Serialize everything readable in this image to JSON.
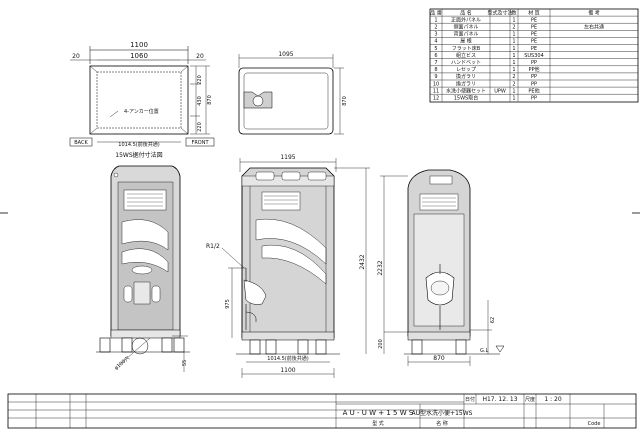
{
  "parts_table": {
    "headers": [
      "品 番",
      "品 名",
      "型式及寸法",
      "数",
      "材 質",
      "備 考"
    ],
    "rows": [
      {
        "no": "1",
        "name": "正面外パネル",
        "spec": "",
        "qty": "1",
        "material": "PE",
        "note": ""
      },
      {
        "no": "2",
        "name": "側面パネル",
        "spec": "",
        "qty": "2",
        "material": "PE",
        "note": "左右共通"
      },
      {
        "no": "3",
        "name": "背面パネル",
        "spec": "",
        "qty": "1",
        "material": "PE",
        "note": ""
      },
      {
        "no": "4",
        "name": "屋 根",
        "spec": "",
        "qty": "1",
        "material": "PE",
        "note": ""
      },
      {
        "no": "5",
        "name": "フラット床B",
        "spec": "",
        "qty": "1",
        "material": "PE",
        "note": ""
      },
      {
        "no": "6",
        "name": "組立ビス",
        "spec": "",
        "qty": "1",
        "material": "SUS304",
        "note": ""
      },
      {
        "no": "7",
        "name": "ハンドベット",
        "spec": "",
        "qty": "1",
        "material": "PP",
        "note": ""
      },
      {
        "no": "8",
        "name": "レセップ",
        "spec": "",
        "qty": "1",
        "material": "PP他",
        "note": ""
      },
      {
        "no": "9",
        "name": "換ガラリ",
        "spec": "",
        "qty": "2",
        "material": "PP",
        "note": ""
      },
      {
        "no": "10",
        "name": "換ガラリ",
        "spec": "",
        "qty": "2",
        "material": "PP",
        "note": ""
      },
      {
        "no": "11",
        "name": "水洗小便器セット",
        "spec": "UPW",
        "qty": "1",
        "material": "PE他",
        "note": ""
      },
      {
        "no": "12",
        "name": "15WS取台",
        "spec": "",
        "qty": "1",
        "material": "PP",
        "note": ""
      }
    ]
  },
  "plan_view": {
    "dims": {
      "overall": "1100",
      "inner": "1060",
      "left_margin": "20",
      "right_margin": "20",
      "d1": "220",
      "d2": "430",
      "d3": "220",
      "total_depth": "870"
    },
    "label_back": "BACK",
    "label_front": "FRONT",
    "bolt_note": "4-アンカー位置",
    "width_note": "1014.5(前後共通)",
    "caption": "15WS据付寸法図"
  },
  "top_view": {
    "width": "1095",
    "depth": "870"
  },
  "side_view": {
    "width": "1195",
    "pipe_label": "R1/2",
    "dim_975": "975",
    "dim_200": "200",
    "dim_2432": "2432",
    "base_width": "1014.5(前後共通)",
    "total_width": "1100",
    "dim_55": "55",
    "hole_note": "φ100穴"
  },
  "front_view": {
    "height": "2232",
    "dim_62": "62",
    "width": "870",
    "gl_label": "G.L"
  },
  "title_block": {
    "date_label": "日付",
    "date_value": "H17. 12. 13",
    "scale_label": "尺度",
    "scale_value": "1 : 20",
    "model_code": "A U - U W + 1 5 W S",
    "model_name": "AU型水洗小便+15WS",
    "code_label": "Code",
    "sub_label_1": "型 式",
    "sub_label_2": "名 称"
  }
}
